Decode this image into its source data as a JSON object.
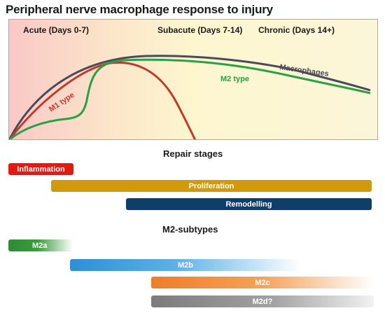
{
  "title": "Peripheral nerve macrophage response to injury",
  "phases": [
    "Acute (Days 0-7)",
    "Subacute (Days 7-14)",
    "Chronic (Days 14+)"
  ],
  "curves": [
    {
      "label": "M1 type",
      "color": "#c0392b"
    },
    {
      "label": "M2 type",
      "color": "#27a046"
    },
    {
      "label": "Macrophages",
      "color": "#4a4a5a"
    }
  ],
  "repair_stages": {
    "heading": "Repair stages",
    "items": [
      "Inflammation",
      "Proliferation",
      "Remodelling"
    ]
  },
  "m2_subtypes": {
    "heading": "M2-subtypes",
    "items": [
      "M2a",
      "M2b",
      "M2c",
      "M2d?"
    ]
  }
}
